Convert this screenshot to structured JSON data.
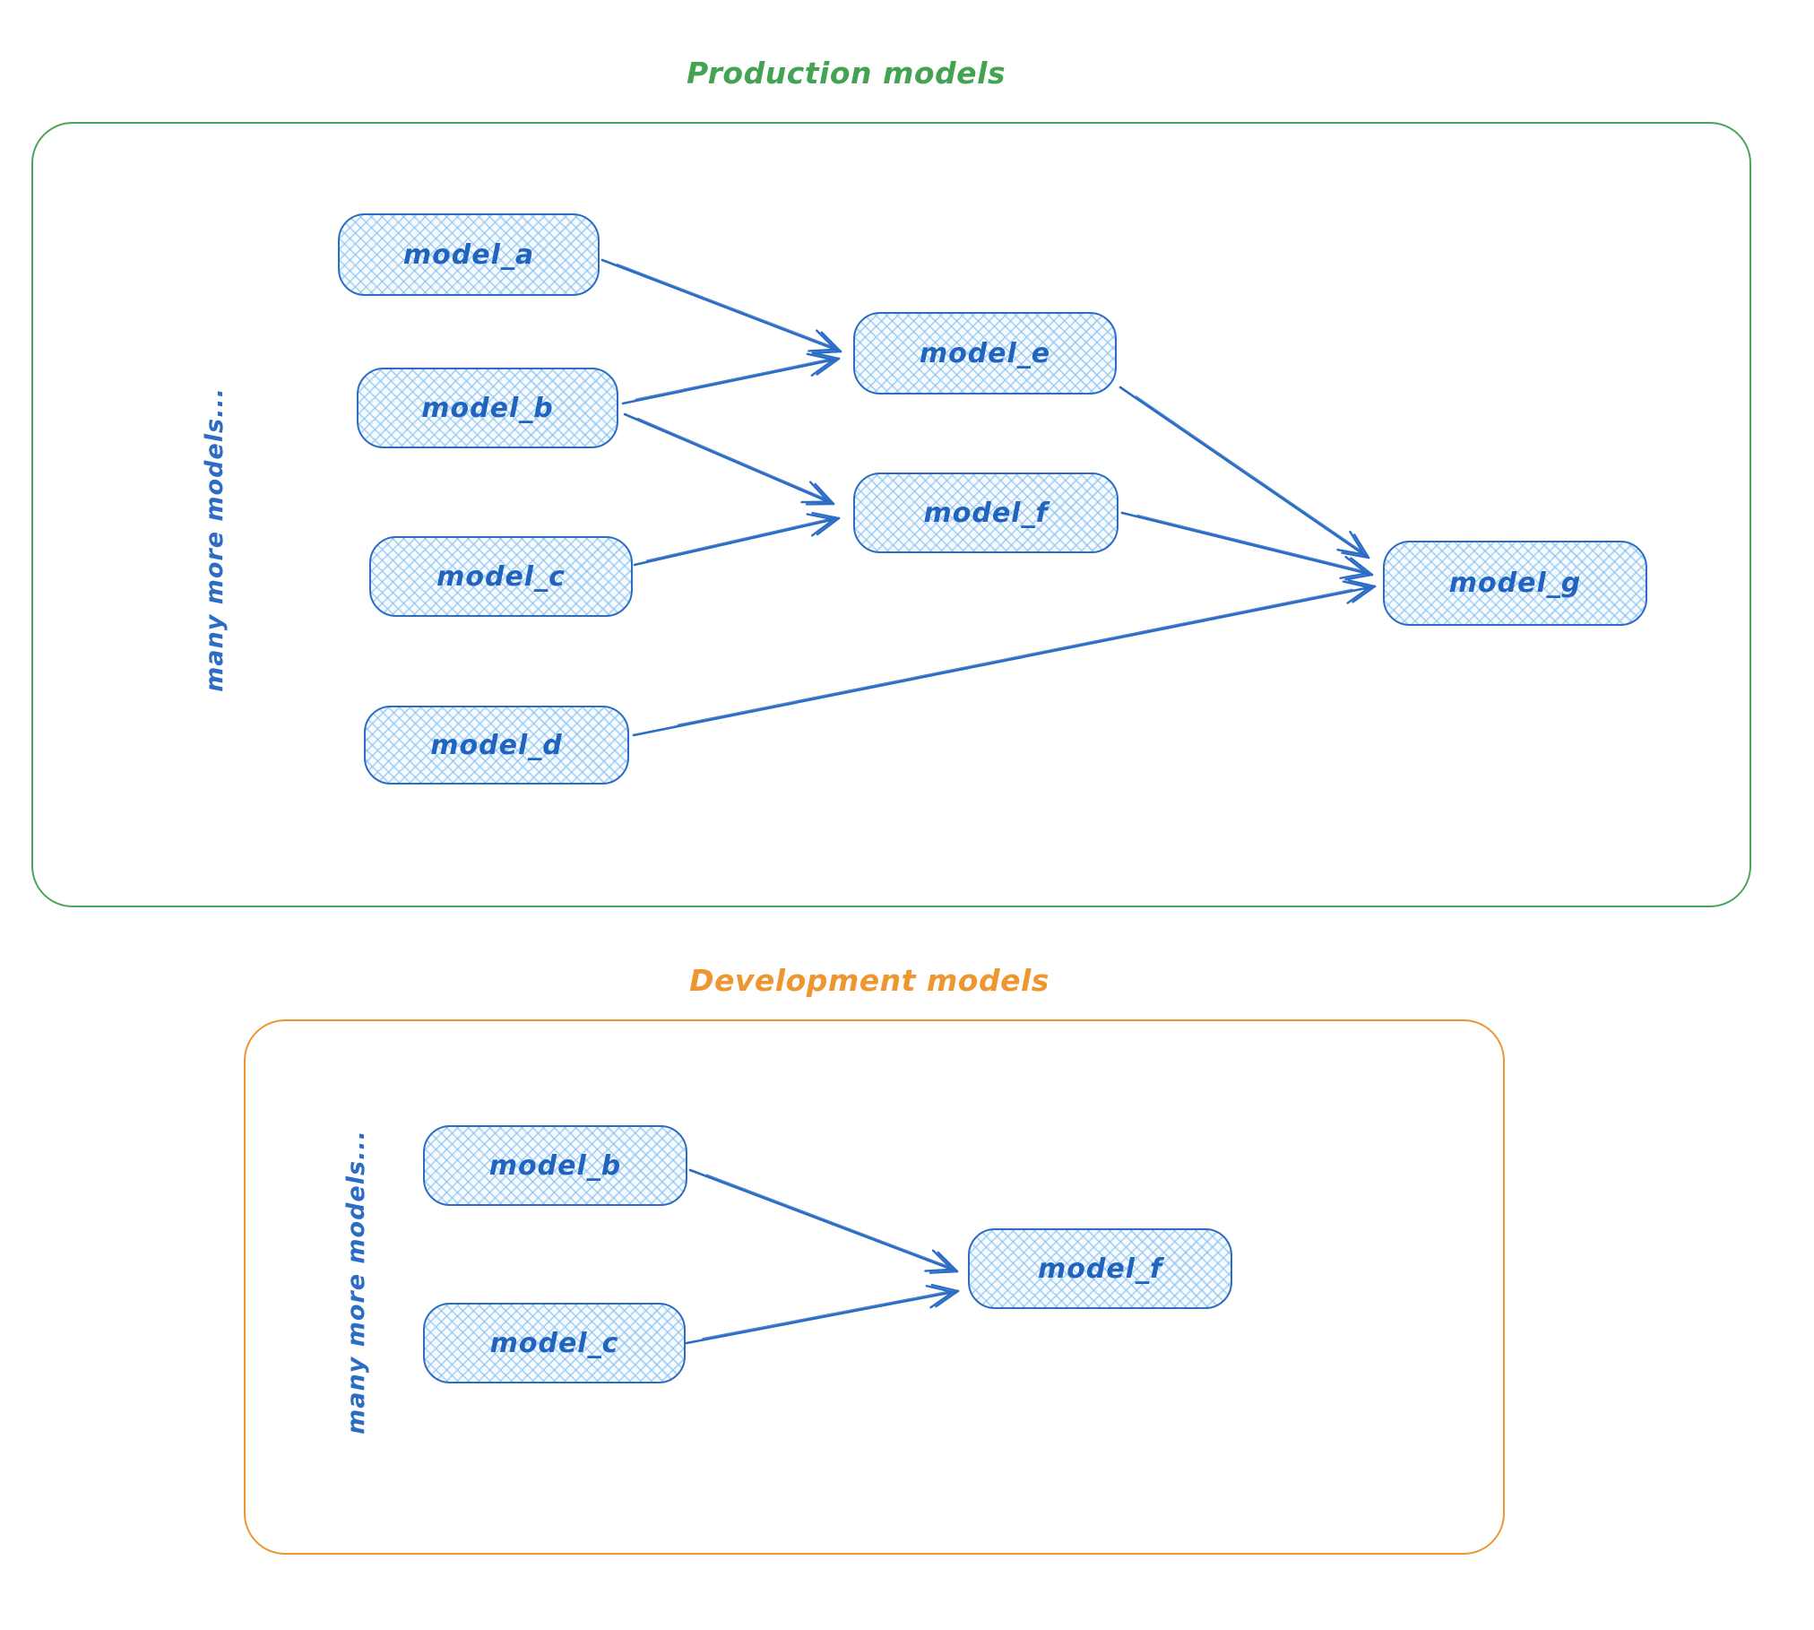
{
  "colors": {
    "node_stroke": "#2b6cc4",
    "node_text": "#2164c0",
    "node_fill_hatch": "#8cc1f0",
    "arrow": "#2b6cc4",
    "production_accent": "#44a352",
    "development_accent": "#ee9630"
  },
  "production": {
    "title": "Production models",
    "side_label": "many more models...",
    "nodes": [
      {
        "id": "model_a",
        "label": "model_a"
      },
      {
        "id": "model_b",
        "label": "model_b"
      },
      {
        "id": "model_c",
        "label": "model_c"
      },
      {
        "id": "model_d",
        "label": "model_d"
      },
      {
        "id": "model_e",
        "label": "model_e"
      },
      {
        "id": "model_f",
        "label": "model_f"
      },
      {
        "id": "model_g",
        "label": "model_g"
      }
    ],
    "edges": [
      {
        "from": "model_a",
        "to": "model_e"
      },
      {
        "from": "model_b",
        "to": "model_e"
      },
      {
        "from": "model_b",
        "to": "model_f"
      },
      {
        "from": "model_c",
        "to": "model_f"
      },
      {
        "from": "model_e",
        "to": "model_g"
      },
      {
        "from": "model_f",
        "to": "model_g"
      },
      {
        "from": "model_d",
        "to": "model_g"
      }
    ]
  },
  "development": {
    "title": "Development models",
    "side_label": "many more models...",
    "nodes": [
      {
        "id": "model_b",
        "label": "model_b"
      },
      {
        "id": "model_c",
        "label": "model_c"
      },
      {
        "id": "model_f",
        "label": "model_f"
      }
    ],
    "edges": [
      {
        "from": "model_b",
        "to": "model_f"
      },
      {
        "from": "model_c",
        "to": "model_f"
      }
    ]
  }
}
